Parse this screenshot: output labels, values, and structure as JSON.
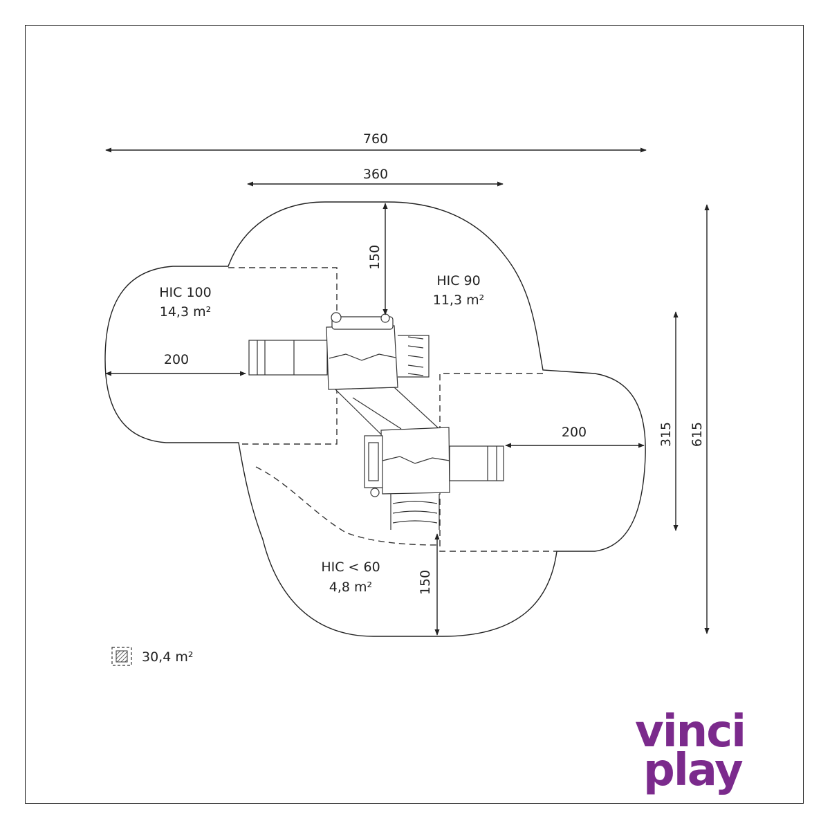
{
  "dimensions": {
    "total_width": "760",
    "inner_width": "360",
    "top_clearance": "150",
    "left_clearance": "200",
    "right_clearance": "200",
    "bottom_clearance": "150",
    "mid_height": "315",
    "total_height": "615"
  },
  "zones": [
    {
      "name": "HIC 100",
      "area": "14,3 m²"
    },
    {
      "name": "HIC 90",
      "area": "11,3 m²"
    },
    {
      "name": "HIC < 60",
      "area": "4,8 m²"
    }
  ],
  "legend": {
    "total_area": "30,4 m²"
  },
  "brand": {
    "line1": "vinci",
    "line2": "play",
    "color": "#7b2a8c"
  }
}
